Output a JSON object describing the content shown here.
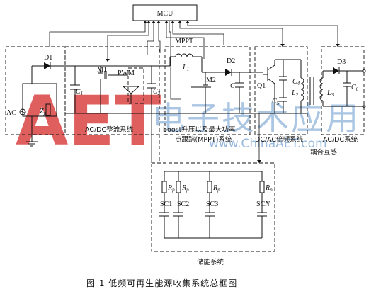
{
  "diagram": {
    "mcu": "MCU",
    "mppt": "MPPT",
    "pwm": "PWM",
    "d1": "D1",
    "d2": "D2",
    "d3": "D3",
    "m1": "M1",
    "m2": "M2",
    "q1": "Q1",
    "c1": "C",
    "c1_sub": "1",
    "c2": "C",
    "c2_sub": "2",
    "c3": "C",
    "c3_sub": "3",
    "c4": "C",
    "c4_sub": "4",
    "c5": "C",
    "c5_sub": "5",
    "c6": "C",
    "c6_sub": "6",
    "l1": "L",
    "l1_sub": "1",
    "l2": "L",
    "l2_sub": "2",
    "l3": "L",
    "l3_sub": "3",
    "ac": "AC",
    "zp": "Z",
    "zp_sub": "p",
    "rp": "R",
    "rp_sub": "p",
    "sc1": "SC1",
    "sc2": "SC2",
    "sc3": "SC3",
    "scn": "SC",
    "scn_sub": "N",
    "label_acdc_rect": "AC/DC整流系统",
    "label_boost_1": "boost升压以及最大功率",
    "label_boost_2": "点跟踪(MPPT)系统",
    "label_dcac": "DC/AC倍频系统",
    "label_acdc": "AC/DC系统",
    "label_coupling": "耦合互感",
    "label_storage": "储能系统",
    "caption": "图 1    低频可再生能源收集系统总框图"
  },
  "watermark": {
    "logo": "AET",
    "cn": "电子技术应用",
    "url": "www.ChinaAET.com"
  }
}
